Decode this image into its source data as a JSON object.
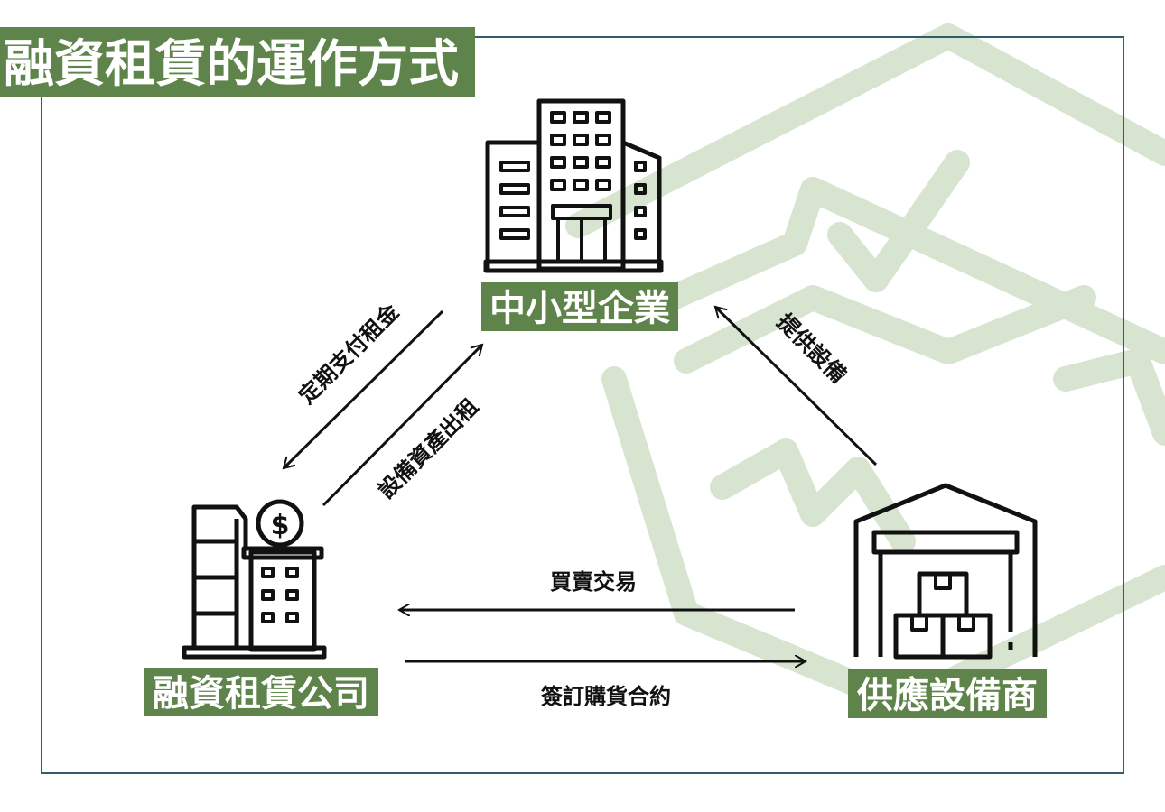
{
  "title": "融資租賃的運作方式",
  "colors": {
    "accent": "#5f844b",
    "frame": "#2f5d6b",
    "watermark": "#d6e4d0",
    "ink": "#111111"
  },
  "nodes": {
    "sme": {
      "label": "中小型企業",
      "icon": "office-building-icon"
    },
    "lessor": {
      "label": "融資租賃公司",
      "icon": "bank-building-dollar-icon"
    },
    "supplier": {
      "label": "供應設備商",
      "icon": "warehouse-icon"
    }
  },
  "edges": {
    "rent_payment": "定期支付租金",
    "asset_lease": "設備資產出租",
    "provide_equipment": "提供設備",
    "sale_transaction": "買賣交易",
    "purchase_contract": "簽訂購貨合約"
  }
}
